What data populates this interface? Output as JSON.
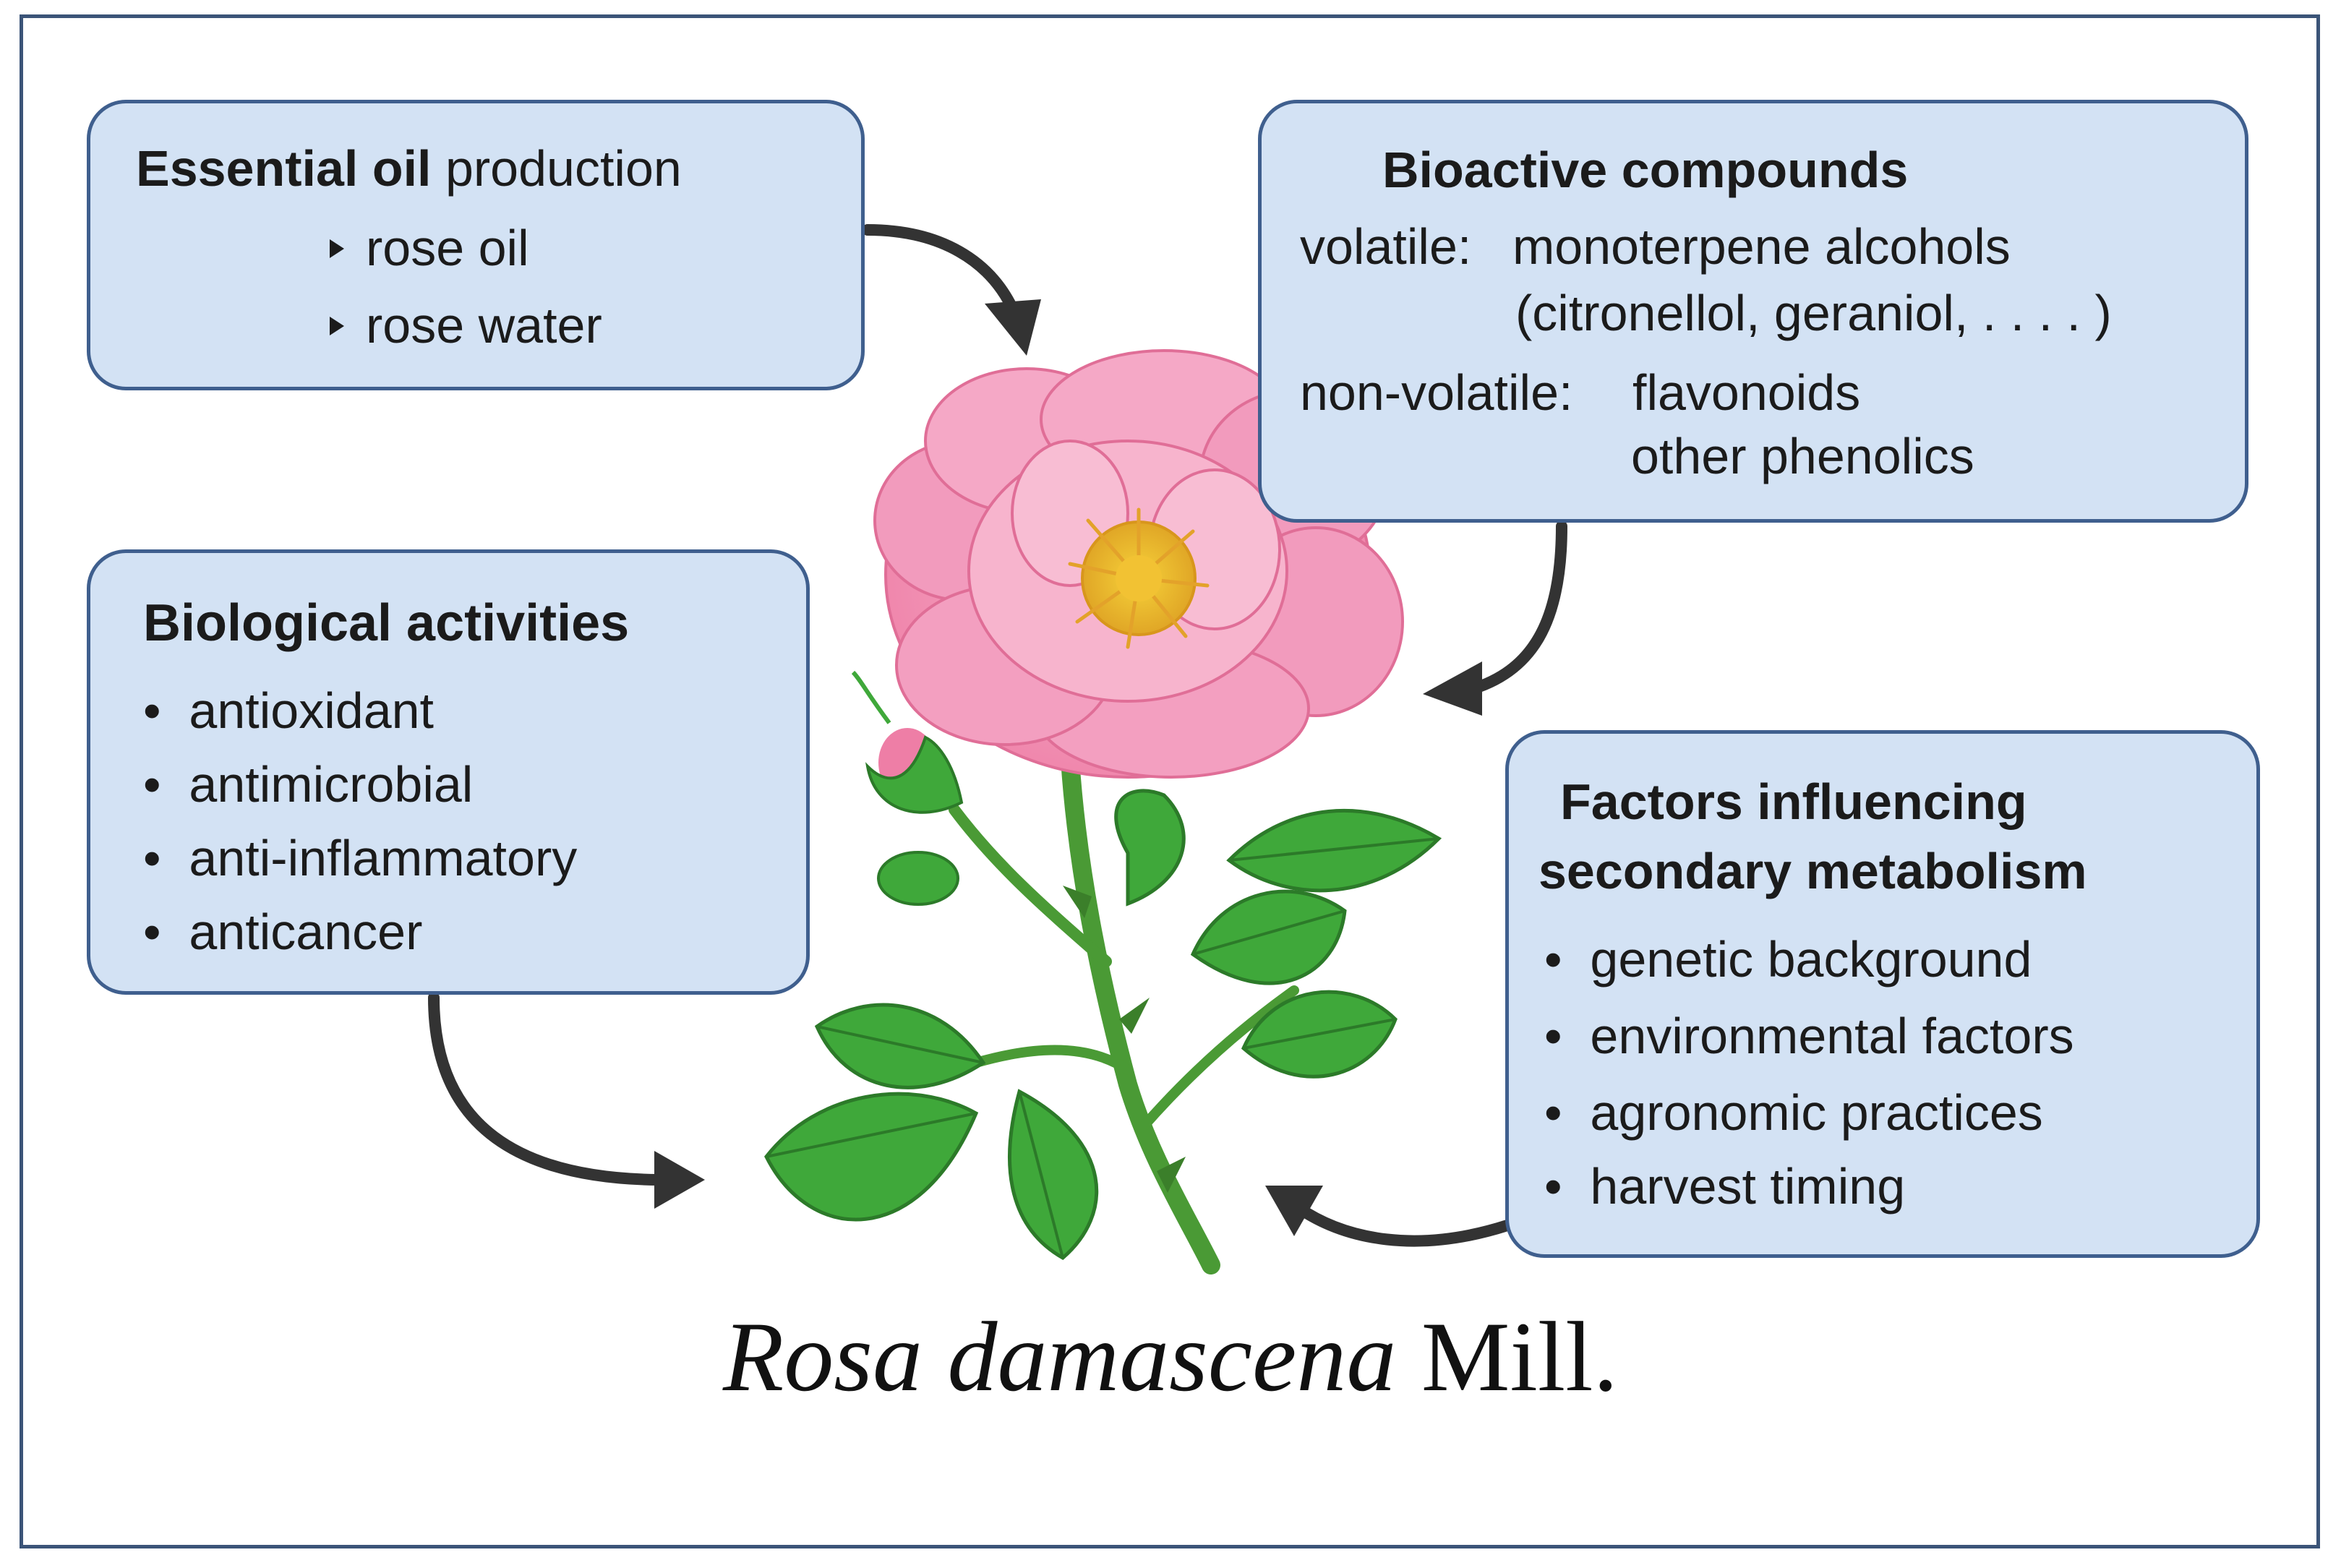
{
  "essential_oil": {
    "title_bold": "Essential oil",
    "title_rest": "production",
    "items": [
      "rose oil",
      "rose water"
    ]
  },
  "bioactive": {
    "title": "Bioactive compounds",
    "volatile_label": "volatile:",
    "volatile_text": "monoterpene alcohols",
    "volatile_examples": "(citronellol, geraniol,  . . . . )",
    "nonvolatile_label": "non-volatile:",
    "nonvolatile_items": [
      "flavonoids",
      "other phenolics"
    ]
  },
  "biological": {
    "title": "Biological activities",
    "items": [
      "antioxidant",
      "antimicrobial",
      "anti-inflammatory",
      "anticancer"
    ]
  },
  "factors": {
    "title_line1": "Factors influencing",
    "title_line2": "secondary metabolism",
    "items": [
      "genetic background",
      "environmental factors",
      "agronomic practices",
      "harvest timing"
    ]
  },
  "caption": {
    "genus_species": "Rosa damascena",
    "authority": "Mill."
  },
  "colors": {
    "box_fill": "#d3e2f4",
    "box_border": "#3f5f8e",
    "arrow": "#333333",
    "petal": "#f48fb4",
    "leaf": "#3fa83a",
    "stem": "#4a9a35"
  }
}
